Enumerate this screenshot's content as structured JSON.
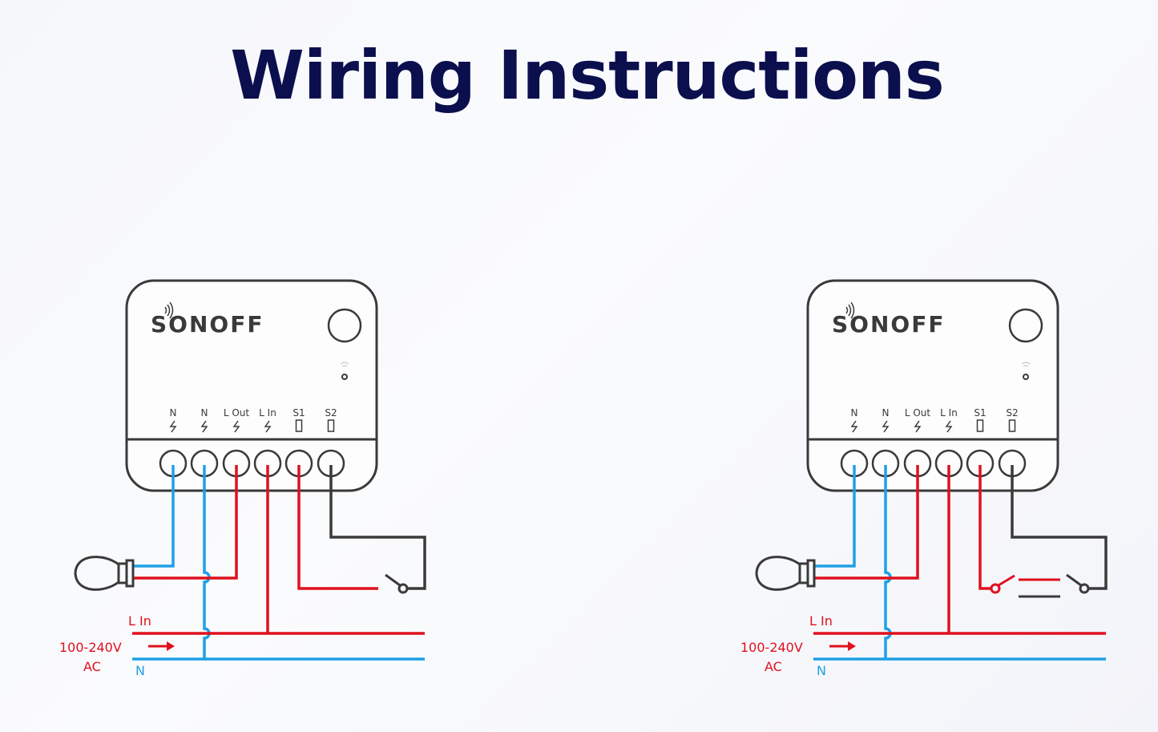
{
  "title": "Wiring Instructions",
  "colors": {
    "title": "#0b0f4d",
    "live": "#e0101e",
    "neutral": "#1ea0e6",
    "switch_wire": "#3a3a3a",
    "device_outline": "#3a3a3a"
  },
  "diagrams": [
    {
      "id": "single-switch",
      "brand": "SONOFF",
      "terminals": [
        {
          "name": "N",
          "icon": "lightning-icon"
        },
        {
          "name": "N",
          "icon": "lightning-icon"
        },
        {
          "name": "L Out",
          "icon": "lightning-icon"
        },
        {
          "name": "L In",
          "icon": "lightning-icon"
        },
        {
          "name": "S1",
          "icon": "switch-icon"
        },
        {
          "name": "S2",
          "icon": "switch-icon"
        }
      ],
      "line_label": "L In",
      "neutral_label": "N",
      "voltage_label": "100-240V",
      "voltage_unit": "AC",
      "switch_type": "single"
    },
    {
      "id": "two-way-switch",
      "brand": "SONOFF",
      "terminals": [
        {
          "name": "N",
          "icon": "lightning-icon"
        },
        {
          "name": "N",
          "icon": "lightning-icon"
        },
        {
          "name": "L Out",
          "icon": "lightning-icon"
        },
        {
          "name": "L In",
          "icon": "lightning-icon"
        },
        {
          "name": "S1",
          "icon": "switch-icon"
        },
        {
          "name": "S2",
          "icon": "switch-icon"
        }
      ],
      "line_label": "L In",
      "neutral_label": "N",
      "voltage_label": "100-240V",
      "voltage_unit": "AC",
      "switch_type": "two-way"
    }
  ]
}
